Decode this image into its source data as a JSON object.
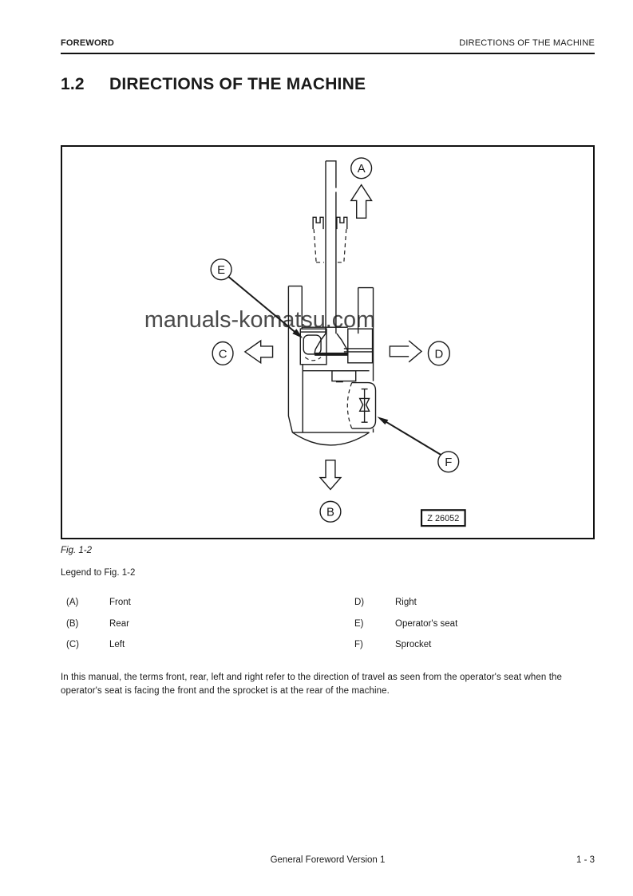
{
  "header": {
    "left": "FOREWORD",
    "right": "DIRECTIONS OF THE MACHINE"
  },
  "title": {
    "number": "1.2",
    "text": "DIRECTIONS OF THE MACHINE"
  },
  "figure": {
    "caption": "Fig. 1-2",
    "legend_heading": "Legend to Fig. 1-2",
    "drawing_code": "Z 26052",
    "watermark": "manuals-komatsu.com",
    "callouts": [
      "A",
      "B",
      "C",
      "D",
      "E",
      "F"
    ]
  },
  "legend": {
    "left": [
      {
        "key": "(A)",
        "label": "Front"
      },
      {
        "key": "(B)",
        "label": "Rear"
      },
      {
        "key": "(C)",
        "label": "Left"
      }
    ],
    "right": [
      {
        "key": "D)",
        "label": "Right"
      },
      {
        "key": "E)",
        "label": "Operator's seat"
      },
      {
        "key": "F)",
        "label": "Sprocket"
      }
    ]
  },
  "paragraph": "In this manual, the terms front, rear, left and right refer to the direction of travel as seen from the operator's seat when the operator's seat is facing the front and the sprocket is at the rear of the machine.",
  "footer": {
    "center": "General Foreword Version 1",
    "right": "1 - 3"
  }
}
